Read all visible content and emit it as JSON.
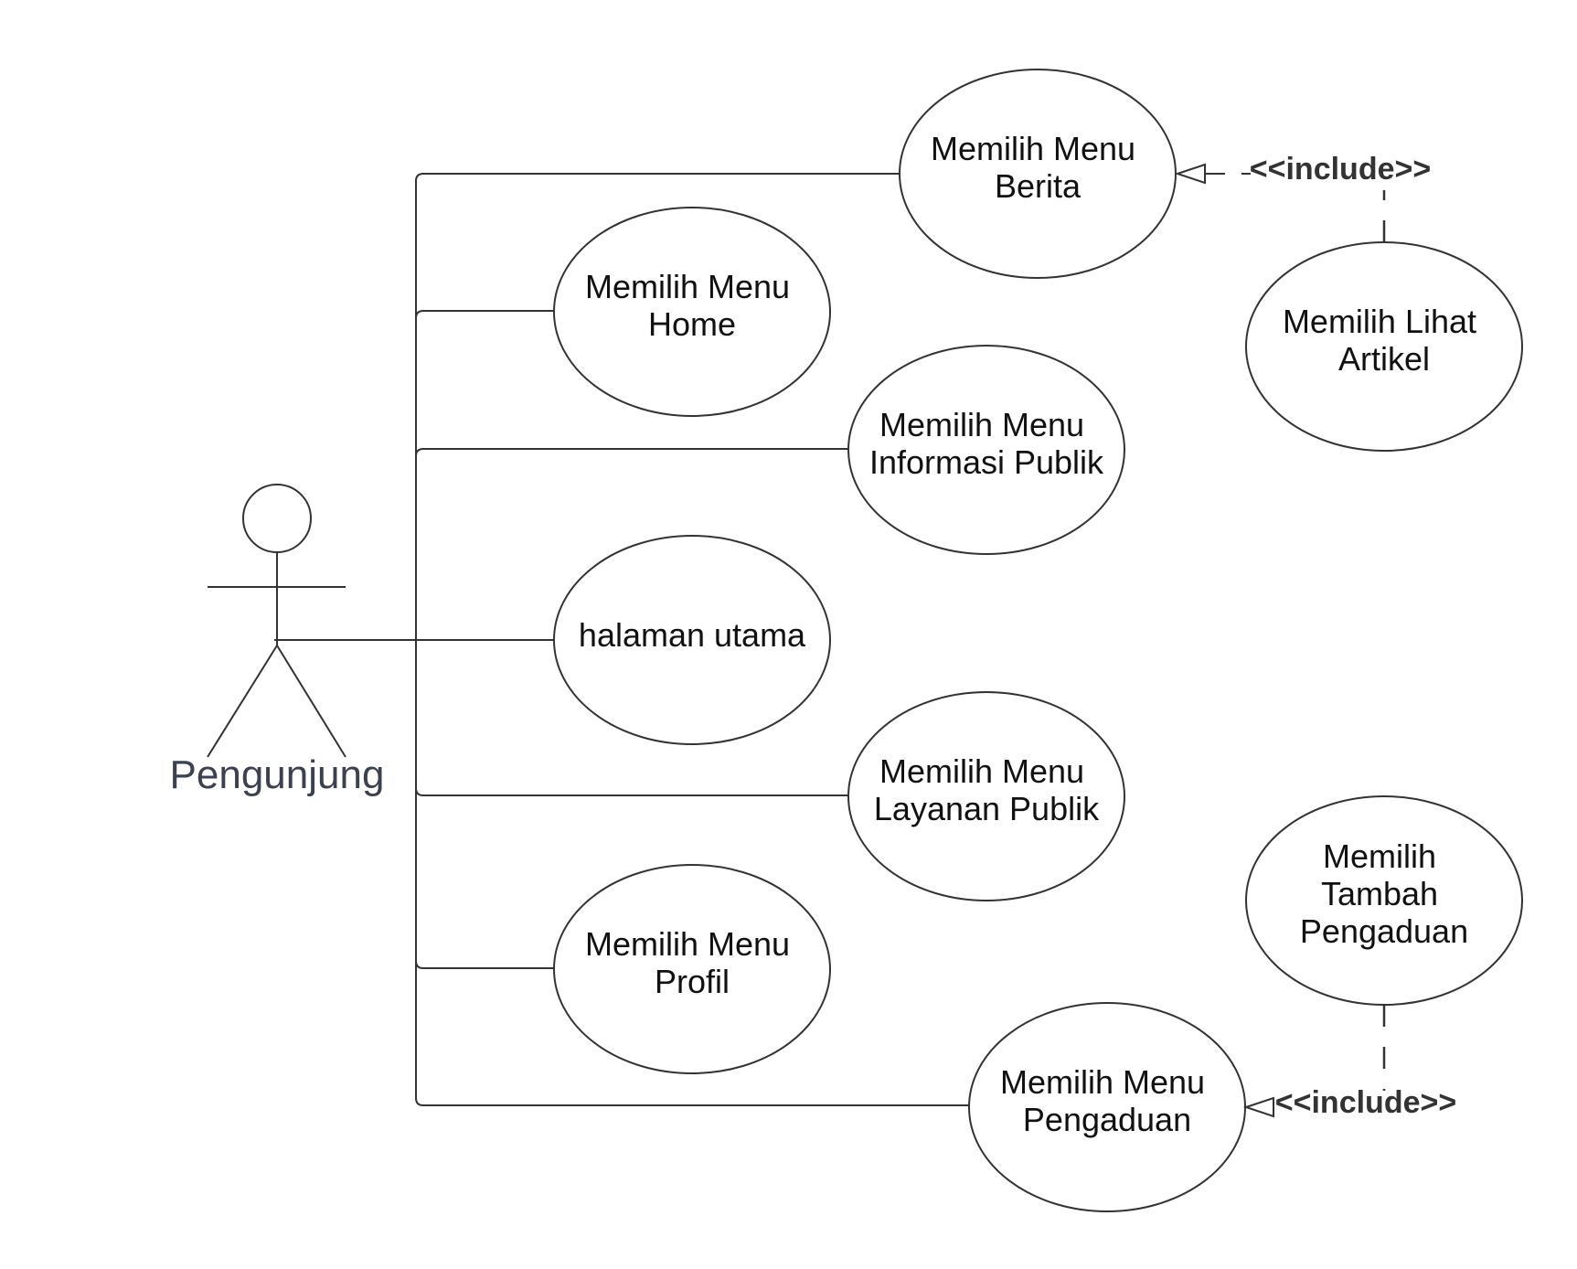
{
  "actor": {
    "name": "Pengunjung"
  },
  "use_cases": {
    "berita": [
      "Memilih Menu",
      "Berita"
    ],
    "home": [
      "Memilih Menu",
      "Home"
    ],
    "informasi_publik": [
      "Memilih Menu",
      "Informasi Publik"
    ],
    "halaman_utama": [
      "halaman utama"
    ],
    "layanan_publik": [
      "Memilih Menu",
      "Layanan Publik"
    ],
    "profil": [
      "Memilih Menu",
      "Profil"
    ],
    "pengaduan": [
      "Memilih Menu",
      "Pengaduan"
    ],
    "lihat_artikel": [
      "Memilih Lihat",
      "Artikel"
    ],
    "tambah_pengaduan": [
      "Memilih",
      "Tambah",
      "Pengaduan"
    ]
  },
  "relations": {
    "include_berita": "<<include>>",
    "include_pengaduan": "<<include>>"
  }
}
